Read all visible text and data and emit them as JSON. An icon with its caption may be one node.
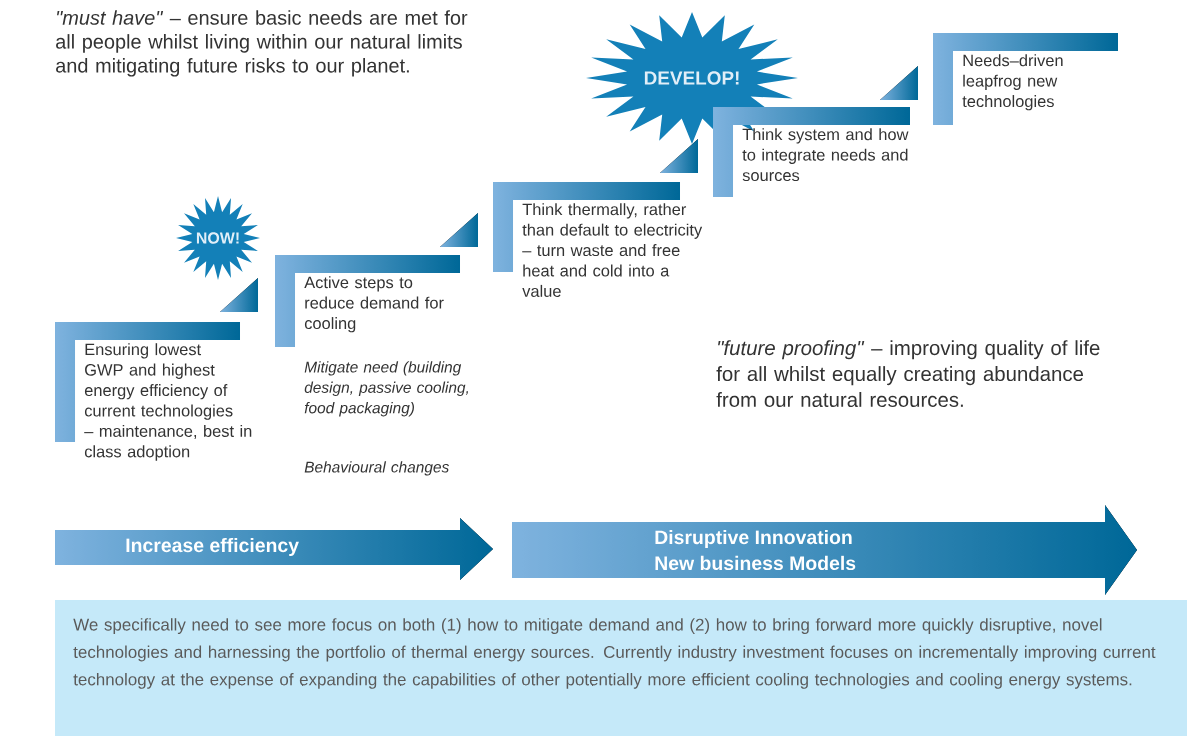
{
  "diagram": {
    "nodes": [
      {
        "text": [
          "NOW!"
        ]
      },
      {
        "text": [
          "Ensuring lowest GWP and highest energy efficiency of current technologies – maintenance, best in class adoption"
        ]
      },
      {
        "text": [
          "Active steps to reduce demand for cooling"
        ],
        "beside": [
          "Mitigate need (building design, passive cooling, food packaging)",
          "Behavioural changes"
        ]
      },
      {
        "text": [
          "Think thermally, rather than default to electricity – turn waste and free heat and cold into a value"
        ]
      },
      {
        "text": [
          "DEVELOP!"
        ]
      },
      {
        "text": [
          "Think system and how to integrate needs and sources"
        ]
      },
      {
        "text": [
          "Needs–driven leapfrog new technologies"
        ]
      },
      {
        "text": [
          "Increase efficiency"
        ]
      },
      {
        "text": [
          "Disruptive Innovation",
          "New business Models"
        ]
      },
      {
        "text": [
          "We specifically need to see more focus on both (1) how to mitigate demand and (2) how to bring forward more quickly disruptive, novel technologies and harnessing the portfolio of thermal energy sources. Currently industry investment focuses on incrementally improving current technology at the expense of expanding the capabilities of other potentially more efficient cooling technologies and cooling energy systems."
        ]
      }
    ],
    "labels": [
      "*\"must have\"* – ensure basic needs are met for all people whilst living within our natural limits and mitigating future risks to our planet.",
      "*\"future proofing\"* – improving quality of life for all whilst equally creating abundance from our natural resources."
    ]
  }
}
